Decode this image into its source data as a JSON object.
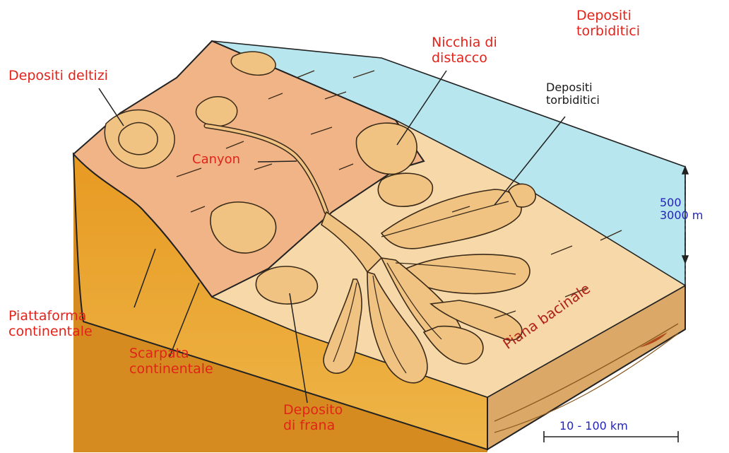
{
  "labels": {
    "depositi_torbiditici_top": [
      "Depositi",
      "torbiditici"
    ],
    "nicchia": [
      "Nicchia di",
      "distacco"
    ],
    "depositi_deltizi": "Depositi deltizi",
    "depositi_torbiditici_mid": [
      "Depositi",
      "torbiditici"
    ],
    "canyon": "Canyon",
    "piattaforma": [
      "Piattaforma",
      "continentale"
    ],
    "scarpata": [
      "Scarpata",
      "continentale"
    ],
    "deposito_frana": [
      "Deposito",
      "di frana"
    ],
    "piana_bacinale": "Piana bacinale",
    "depth_scale": [
      "500",
      "3000 m"
    ],
    "horizontal_scale": "10 - 100 km"
  },
  "colors": {
    "label_red": "#e2231a",
    "label_black": "#1a1a1a",
    "label_blue": "#2424b8",
    "sea": "#b7e6ee",
    "slope": "#f1b487",
    "basin_plain": "#f7d8a9",
    "block_front": "#e9a12d",
    "block_side": "#dba868",
    "fan": "#f0c383",
    "outline": "#2a1c10"
  },
  "icons": [
    "depth-arrow-icon",
    "scale-bar-icon"
  ]
}
